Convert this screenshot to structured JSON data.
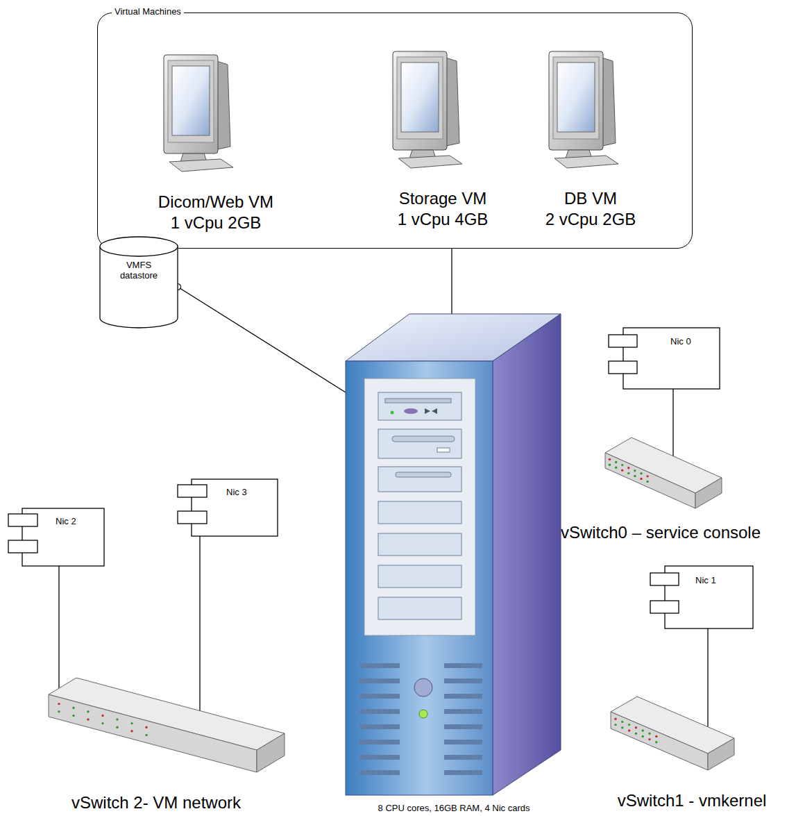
{
  "diagram": {
    "nodes": [
      {
        "text": [
          "Virtual Machines"
        ]
      },
      {
        "text": [
          "Dicom/Web VM",
          "1 vCpu 2GB"
        ],
        "in": 0
      },
      {
        "text": [
          "Storage VM",
          "1 vCpu 4GB"
        ],
        "in": 0
      },
      {
        "text": [
          "DB VM",
          "2 vCpu 2GB"
        ],
        "in": 0
      },
      {
        "text": [
          "VMFS datastore"
        ]
      },
      {
        "text": [
          "8 CPU cores, 16GB RAM, 4 Nic cards"
        ]
      },
      {
        "text": [
          "Nic 0"
        ]
      },
      {
        "text": [
          "vSwitch0 – service console"
        ]
      },
      {
        "text": [
          "Nic 2"
        ]
      },
      {
        "text": [
          "Nic 3"
        ]
      },
      {
        "text": [
          "Nic 1"
        ]
      },
      {
        "text": [
          "vSwitch 2- VM network"
        ]
      },
      {
        "text": [
          "vSwitch1 - vmkernel"
        ]
      }
    ],
    "edges": [
      {
        "from": 0,
        "to": 5,
        "arrow": "none"
      },
      {
        "from": 4,
        "to": 5,
        "arrow": "none"
      },
      {
        "from": 6,
        "to": 7,
        "arrow": "none"
      },
      {
        "from": 10,
        "to": 12,
        "arrow": "none"
      },
      {
        "from": 8,
        "to": 11,
        "arrow": "none"
      },
      {
        "from": 9,
        "to": 11,
        "arrow": "none"
      }
    ]
  }
}
